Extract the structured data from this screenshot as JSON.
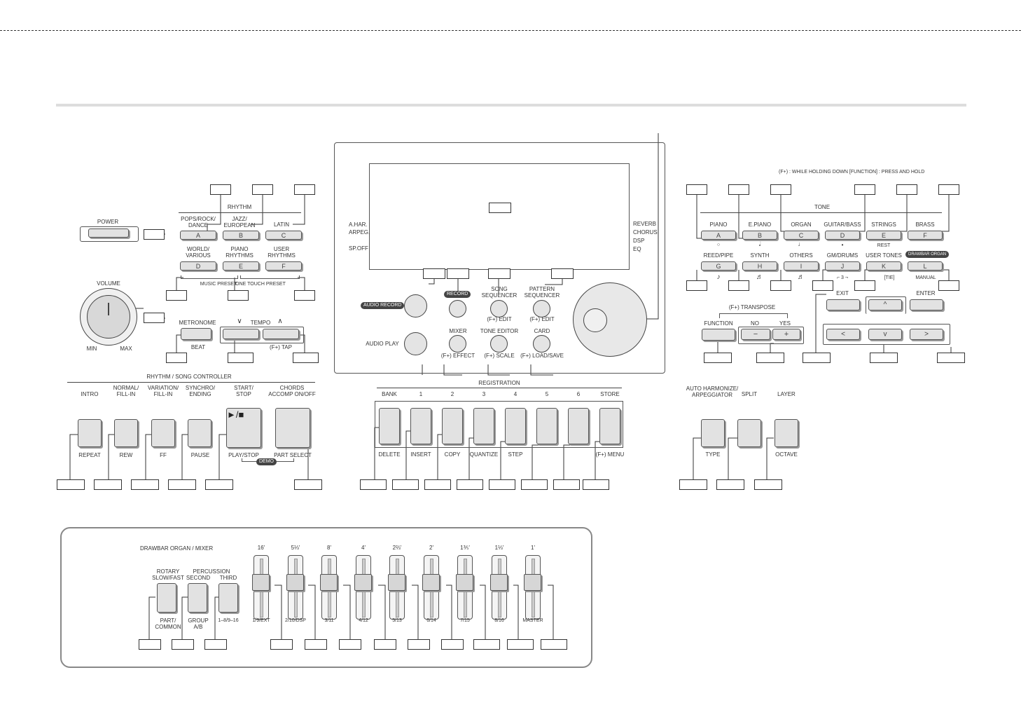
{
  "header": {
    "dashed_top": true
  },
  "rhythm": {
    "section_title": "RHYTHM",
    "power": "POWER",
    "buttons": [
      {
        "top": "POPS/ROCK/\nDANCE",
        "key": "A"
      },
      {
        "top": "JAZZ/\nEUROPEAN",
        "key": "B"
      },
      {
        "top": "LATIN",
        "key": "C"
      },
      {
        "top": "WORLD/\nVARIOUS",
        "key": "D"
      },
      {
        "top": "PIANO\nRHYTHMS",
        "key": "E"
      },
      {
        "top": "USER\nRHYTHMS",
        "key": "F"
      }
    ],
    "music_preset": "MUSIC PRESET",
    "one_touch_preset": "ONE TOUCH PRESET",
    "volume": "VOLUME",
    "min": "MIN",
    "max": "MAX",
    "metronome": "METRONOME",
    "beat": "BEAT",
    "tempo": "TEMPO",
    "tap": "(F+) TAP"
  },
  "controller": {
    "title": "RHYTHM / SONG CONTROLLER",
    "buttons": [
      {
        "top": "INTRO",
        "bottom": "REPEAT"
      },
      {
        "top": "NORMAL/\nFILL-IN",
        "bottom": "REW"
      },
      {
        "top": "VARIATION/\nFILL-IN",
        "bottom": "FF"
      },
      {
        "top": "SYNCHRO/\nENDING",
        "bottom": "PAUSE"
      },
      {
        "top": "START/\nSTOP",
        "bottom": "PLAY/STOP",
        "face": "►/■"
      },
      {
        "top": "CHORDS\nACCOMP ON/OFF",
        "bottom": "PART SELECT"
      }
    ],
    "demo": "DEMO"
  },
  "center": {
    "display_left": [
      "A.HAR.",
      "ARPEG.",
      "SP.OFF"
    ],
    "display_right": [
      "REVERB",
      "CHORUS",
      "DSP",
      "EQ"
    ],
    "audio_record": "AUDIO RECORD",
    "record": "RECORD",
    "song_sequencer": "SONG\nSEQUENCER",
    "pattern_sequencer": "PATTERN\nSEQUENCER",
    "edit1": "(F+) EDIT",
    "edit2": "(F+) EDIT",
    "audio_play": "AUDIO PLAY",
    "mixer": "MIXER",
    "effect": "(F+) EFFECT",
    "tone_editor": "TONE EDITOR",
    "scale": "(F+) SCALE",
    "card": "CARD",
    "load_save": "(F+) LOAD/SAVE"
  },
  "registration": {
    "title": "REGISTRATION",
    "top": [
      "BANK",
      "1",
      "2",
      "3",
      "4",
      "5",
      "6",
      "STORE"
    ],
    "bottom": [
      "DELETE",
      "INSERT",
      "COPY",
      "QUANTIZE",
      "STEP",
      "",
      "",
      "(F+) MENU"
    ]
  },
  "tone": {
    "legend": "(F+) : WHILE HOLDING DOWN [FUNCTION]      : PRESS AND HOLD",
    "title": "TONE",
    "row1": [
      {
        "top": "PIANO",
        "key": "A"
      },
      {
        "top": "E.PIANO",
        "key": "B"
      },
      {
        "top": "ORGAN",
        "key": "C"
      },
      {
        "top": "GUITAR/BASS",
        "key": "D"
      },
      {
        "top": "STRINGS",
        "key": "E"
      },
      {
        "top": "BRASS",
        "key": "F"
      }
    ],
    "row2": [
      {
        "top": "REED/PIPE",
        "key": "G"
      },
      {
        "top": "SYNTH",
        "key": "H"
      },
      {
        "top": "OTHERS",
        "key": "I"
      },
      {
        "top": "GM/DRUMS",
        "key": "J"
      },
      {
        "top": "USER TONES",
        "key": "K"
      },
      {
        "top": "DRAWBAR ORGAN",
        "key": "L"
      }
    ],
    "rest": "REST",
    "tie": "[TIE]",
    "manual": "MANUAL",
    "exit": "EXIT",
    "enter": "ENTER",
    "transpose": "(F+) TRANSPOSE",
    "function": "FUNCTION",
    "no": "NO",
    "yes": "YES",
    "minus": "−",
    "plus": "+",
    "arrow_up": "^",
    "arrow_left": "<",
    "arrow_down": "v",
    "arrow_right": ">"
  },
  "right_bottom": [
    {
      "top": "AUTO HARMONIZE/\nARPEGGIATOR",
      "bottom": "TYPE"
    },
    {
      "top": "SPLIT",
      "bottom": ""
    },
    {
      "top": "LAYER",
      "bottom": "OCTAVE"
    }
  ],
  "drawbar": {
    "title": "DRAWBAR ORGAN / MIXER",
    "percussion": "PERCUSSION",
    "rotary": "ROTARY\nSLOW/FAST",
    "second": "SECOND",
    "third": "THIRD",
    "part_common": "PART/\nCOMMON",
    "group_ab": "GROUP\nA/B",
    "range": "1–8/9–16",
    "footages": [
      "16'",
      "5⅓'",
      "8'",
      "4'",
      "2⅔'",
      "2'",
      "1⅗'",
      "1⅓'",
      "1'"
    ],
    "slider_labels": [
      "1/9/EXT",
      "2/10/DSP",
      "3/11",
      "4/12",
      "5/13",
      "6/14",
      "7/15",
      "8/16",
      "MASTER"
    ]
  }
}
